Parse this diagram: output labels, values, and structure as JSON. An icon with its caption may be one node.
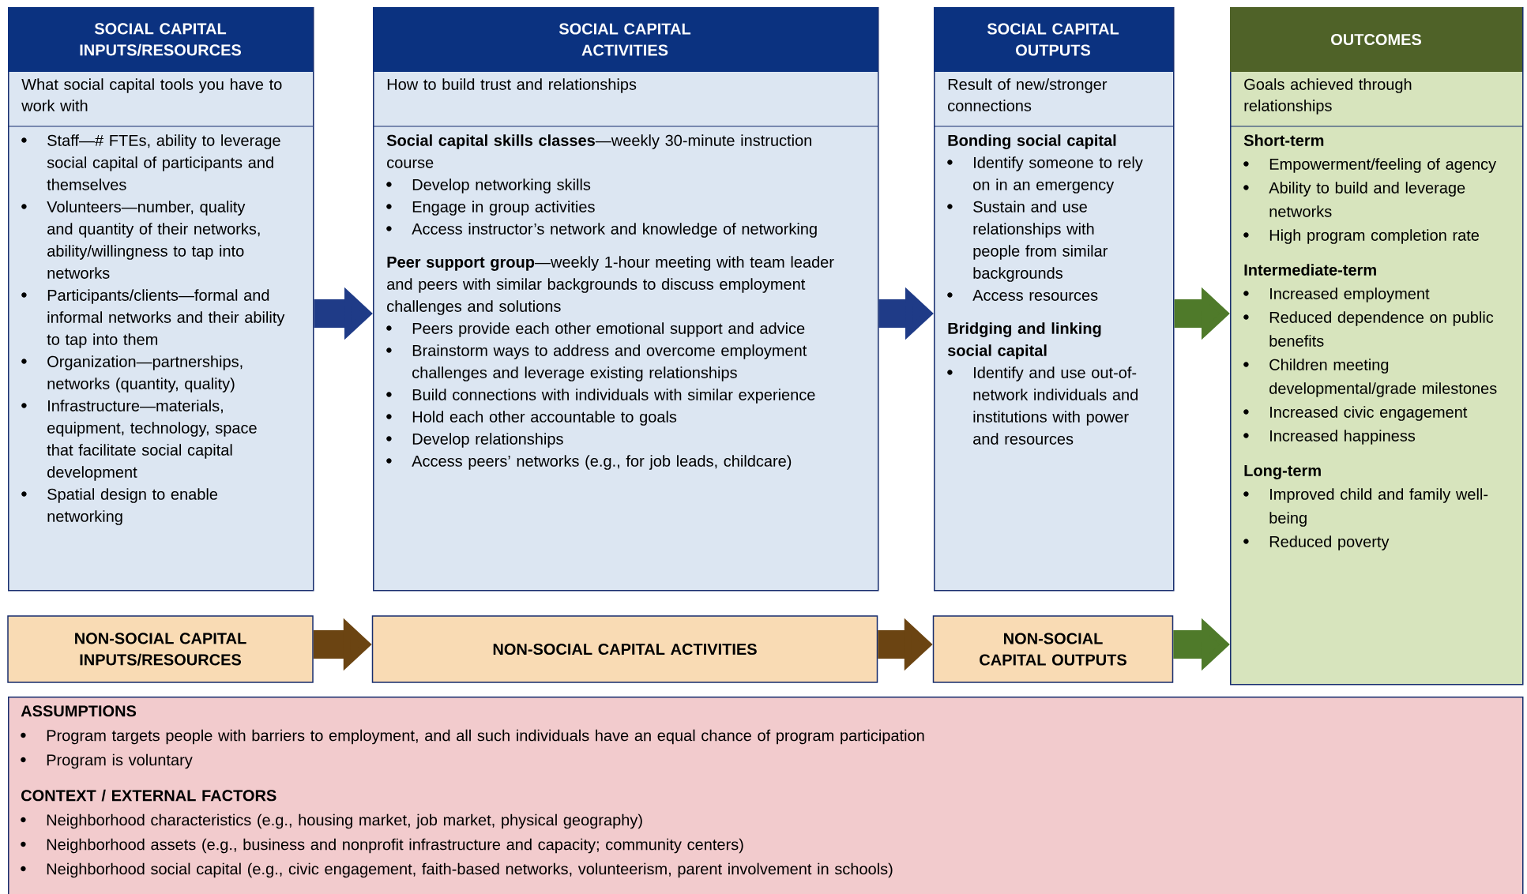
{
  "diagram": {
    "nodes": [
      {
        "text": [
          "SOCIAL CAPITAL INPUTS/RESOURCES",
          "What social capital tools you have to work with",
          "Staff—# FTEs, ability to leverage social capital of participants and themselves",
          "Volunteers—number, quality and quantity of their networks, ability/willingness to tap into networks",
          "Participants/clients—formal and informal networks and their ability to tap into them",
          "Organization—partnerships, networks (quantity, quality)",
          "Infrastructure—materials, equipment, technology, space that facilitate social capital development",
          "Spatial design to enable networking"
        ]
      },
      {
        "text": [
          "SOCIAL CAPITAL ACTIVITIES",
          "How to build trust and relationships",
          "**Social capital skills classes**—weekly 30-minute instruction course",
          "Develop networking skills",
          "Engage in group activities",
          "Access instructor’s network and knowledge of networking",
          "**Peer support group**—weekly 1-hour meeting with team leader and peers with similar backgrounds to discuss employment challenges and solutions",
          "Peers provide each other emotional support and advice",
          "Brainstorm ways to address and overcome employment challenges and leverage existing relationships",
          "Build connections with individuals with similar experience",
          "Hold each other accountable to goals",
          "Develop relationships",
          "Access peers’ networks (e.g., for job leads, childcare)"
        ]
      },
      {
        "text": [
          "SOCIAL CAPITAL OUTPUTS",
          "Result of new/stronger connections",
          "Bonding social capital",
          "Identify someone to rely on in an emergency",
          "Sustain and use relationships with people from similar backgrounds",
          "Access resources",
          "Bridging and linking social capital",
          "Identify and use out-of-network individuals and institutions with power and resources"
        ]
      },
      {
        "text": [
          "OUTCOMES",
          "Goals achieved through relationships",
          "Short-term",
          "Empowerment/feeling of agency",
          "Ability to build and leverage networks",
          "High program completion rate",
          "Intermediate-term",
          "Increased employment",
          "Reduced dependence on public benefits",
          "Children meeting developmental/grade milestones",
          "Increased civic engagement",
          "Increased happiness",
          "Long-term",
          "Improved child and family well-being",
          "Reduced poverty"
        ]
      },
      {
        "text": [
          "NON-SOCIAL CAPITAL INPUTS/RESOURCES"
        ]
      },
      {
        "text": [
          "NON-SOCIAL CAPITAL ACTIVITIES"
        ]
      },
      {
        "text": [
          "NON-SOCIAL CAPITAL OUTPUTS"
        ]
      },
      {
        "text": [
          "ASSUMPTIONS",
          "Program targets people with barriers to employment, and all such individuals have an equal chance of program participation",
          "Program is voluntary",
          "CONTEXT / EXTERNAL FACTORS",
          "Neighborhood characteristics (e.g., housing market, job market, physical geography)",
          "Neighborhood assets (e.g., business and nonprofit infrastructure and capacity; community centers)",
          "Neighborhood social capital (e.g., civic engagement, faith-based networks, volunteerism, parent involvement in schools)"
        ]
      }
    ],
    "edges": [
      {
        "from": 0,
        "to": 1,
        "arrow": "to",
        "color": "#1f3b87"
      },
      {
        "from": 1,
        "to": 2,
        "arrow": "to",
        "color": "#1f3b87"
      },
      {
        "from": 2,
        "to": 3,
        "arrow": "to",
        "color": "#4f7a2a"
      },
      {
        "from": 4,
        "to": 5,
        "arrow": "to",
        "color": "#6b4412"
      },
      {
        "from": 5,
        "to": 6,
        "arrow": "to",
        "color": "#6b4412"
      },
      {
        "from": 6,
        "to": 3,
        "arrow": "to",
        "color": "#4f7a2a"
      }
    ]
  }
}
